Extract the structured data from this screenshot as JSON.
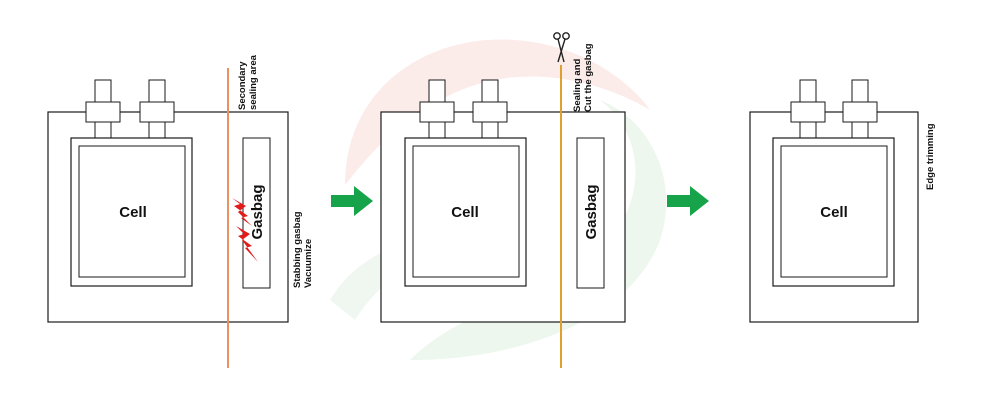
{
  "colors": {
    "outline": "#1a1a1a",
    "arrow": "#16a34a",
    "cut_line_1": "#e9925f",
    "cut_line_2": "#e0a030",
    "lightning": "#e21b1b",
    "watermark_red": "#f3c3bc",
    "watermark_green": "#cfe8d2"
  },
  "icons": [
    "scissors-icon",
    "lightning-icon",
    "arrow-right-icon"
  ],
  "steps": [
    {
      "cell_label": "Cell",
      "gasbag_label": "Gasbag",
      "top_annotation": [
        "Secondary",
        "sealing area"
      ],
      "side_annotation": [
        "Stabbing gasbag",
        "Vacuumize"
      ]
    },
    {
      "cell_label": "Cell",
      "gasbag_label": "Gasbag",
      "top_annotation": [
        "Sealing and",
        "Cut the gasbag"
      ]
    },
    {
      "cell_label": "Cell",
      "side_annotation": [
        "Edge trimming"
      ]
    }
  ]
}
